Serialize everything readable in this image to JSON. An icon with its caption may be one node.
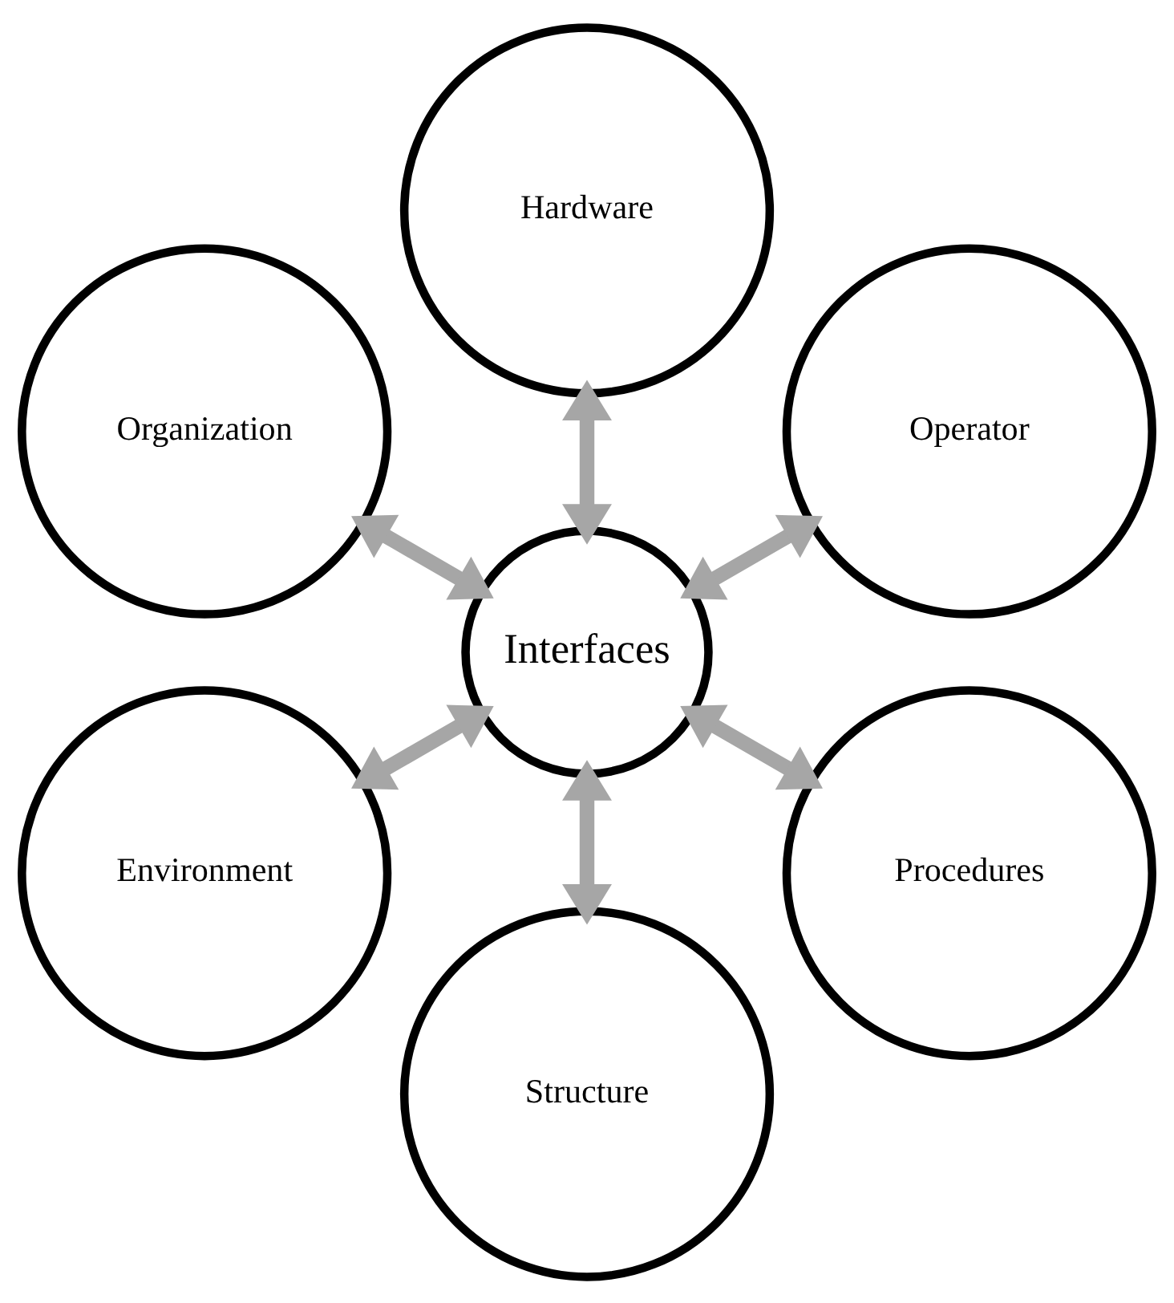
{
  "diagram": {
    "nodes": [
      {
        "text": [
          "Operator"
        ]
      },
      {
        "text": [
          "Hardware"
        ]
      },
      {
        "text": [
          "Organization"
        ]
      },
      {
        "text": [
          "Interfaces"
        ]
      },
      {
        "text": [
          "Environment"
        ]
      },
      {
        "text": [
          "Structure"
        ]
      },
      {
        "text": [
          "Procedures"
        ]
      }
    ],
    "edges": [
      {
        "from": 3,
        "to": 0,
        "arrow": "both"
      },
      {
        "from": 3,
        "to": 1,
        "arrow": "both"
      },
      {
        "from": 3,
        "to": 2,
        "arrow": "both"
      },
      {
        "from": 3,
        "to": 4,
        "arrow": "both"
      },
      {
        "from": 3,
        "to": 5,
        "arrow": "both"
      },
      {
        "from": 3,
        "to": 6,
        "arrow": "both"
      }
    ]
  }
}
